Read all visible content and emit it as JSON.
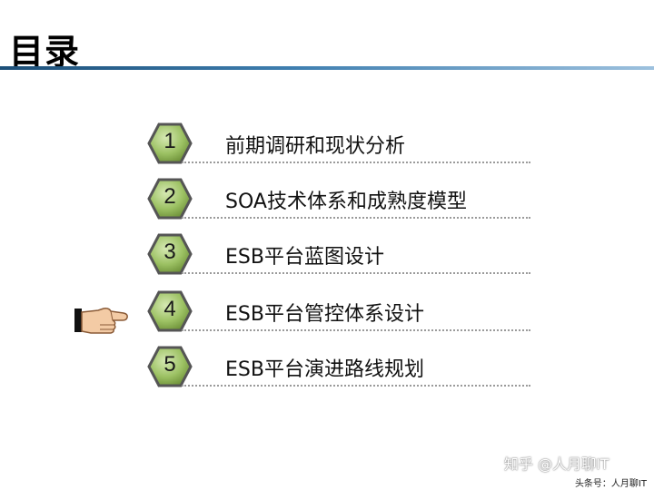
{
  "title": "目录",
  "items": [
    {
      "number": "1",
      "label": "前期调研和现状分析"
    },
    {
      "number": "2",
      "label": "SOA技术体系和成熟度模型"
    },
    {
      "number": "3",
      "label": "ESB平台蓝图设计"
    },
    {
      "number": "4",
      "label": "ESB平台管控体系设计"
    },
    {
      "number": "5",
      "label": "ESB平台演进路线规划"
    }
  ],
  "current_item": 4,
  "icons": {
    "pointer": "pointing-hand-icon",
    "bullet": "hexagon-icon"
  },
  "colors": {
    "hex_fill": "#8fb25a",
    "hex_border": "#5a5a5a",
    "title_rule": "#2f6a9a"
  },
  "watermark": "知乎 @人月聊IT",
  "footer_tag": "头条号：人月聊IT"
}
